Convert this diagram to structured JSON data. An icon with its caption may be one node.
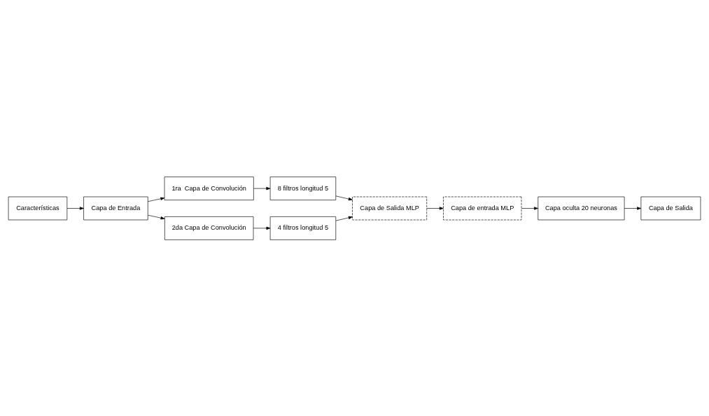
{
  "diagram": {
    "nodes": [
      {
        "text": [
          "Características"
        ]
      },
      {
        "text": [
          "Capa de Entrada"
        ]
      },
      {
        "text": [
          "1ra  Capa de Convolución"
        ]
      },
      {
        "text": [
          "8 filtros longitud 5"
        ]
      },
      {
        "text": [
          "2da Capa de Convolución"
        ]
      },
      {
        "text": [
          "4 filtros longitud 5"
        ]
      },
      {
        "text": [
          "Capa de Salida MLP"
        ]
      },
      {
        "text": [
          "Capa de entrada MLP"
        ]
      },
      {
        "text": [
          "Capa oculta 20 neuronas"
        ]
      },
      {
        "text": [
          "Capa de Salida"
        ]
      }
    ],
    "edges": [
      {
        "from": 0,
        "to": 1,
        "arrow": "to"
      },
      {
        "from": 1,
        "to": 2,
        "arrow": "to"
      },
      {
        "from": 2,
        "to": 3,
        "arrow": "to"
      },
      {
        "from": 3,
        "to": 6,
        "arrow": "to"
      },
      {
        "from": 1,
        "to": 4,
        "arrow": "to"
      },
      {
        "from": 4,
        "to": 5,
        "arrow": "to"
      },
      {
        "from": 5,
        "to": 6,
        "arrow": "to"
      },
      {
        "from": 6,
        "to": 7,
        "arrow": "to"
      },
      {
        "from": 7,
        "to": 8,
        "arrow": "to"
      },
      {
        "from": 8,
        "to": 9,
        "arrow": "to"
      }
    ]
  }
}
